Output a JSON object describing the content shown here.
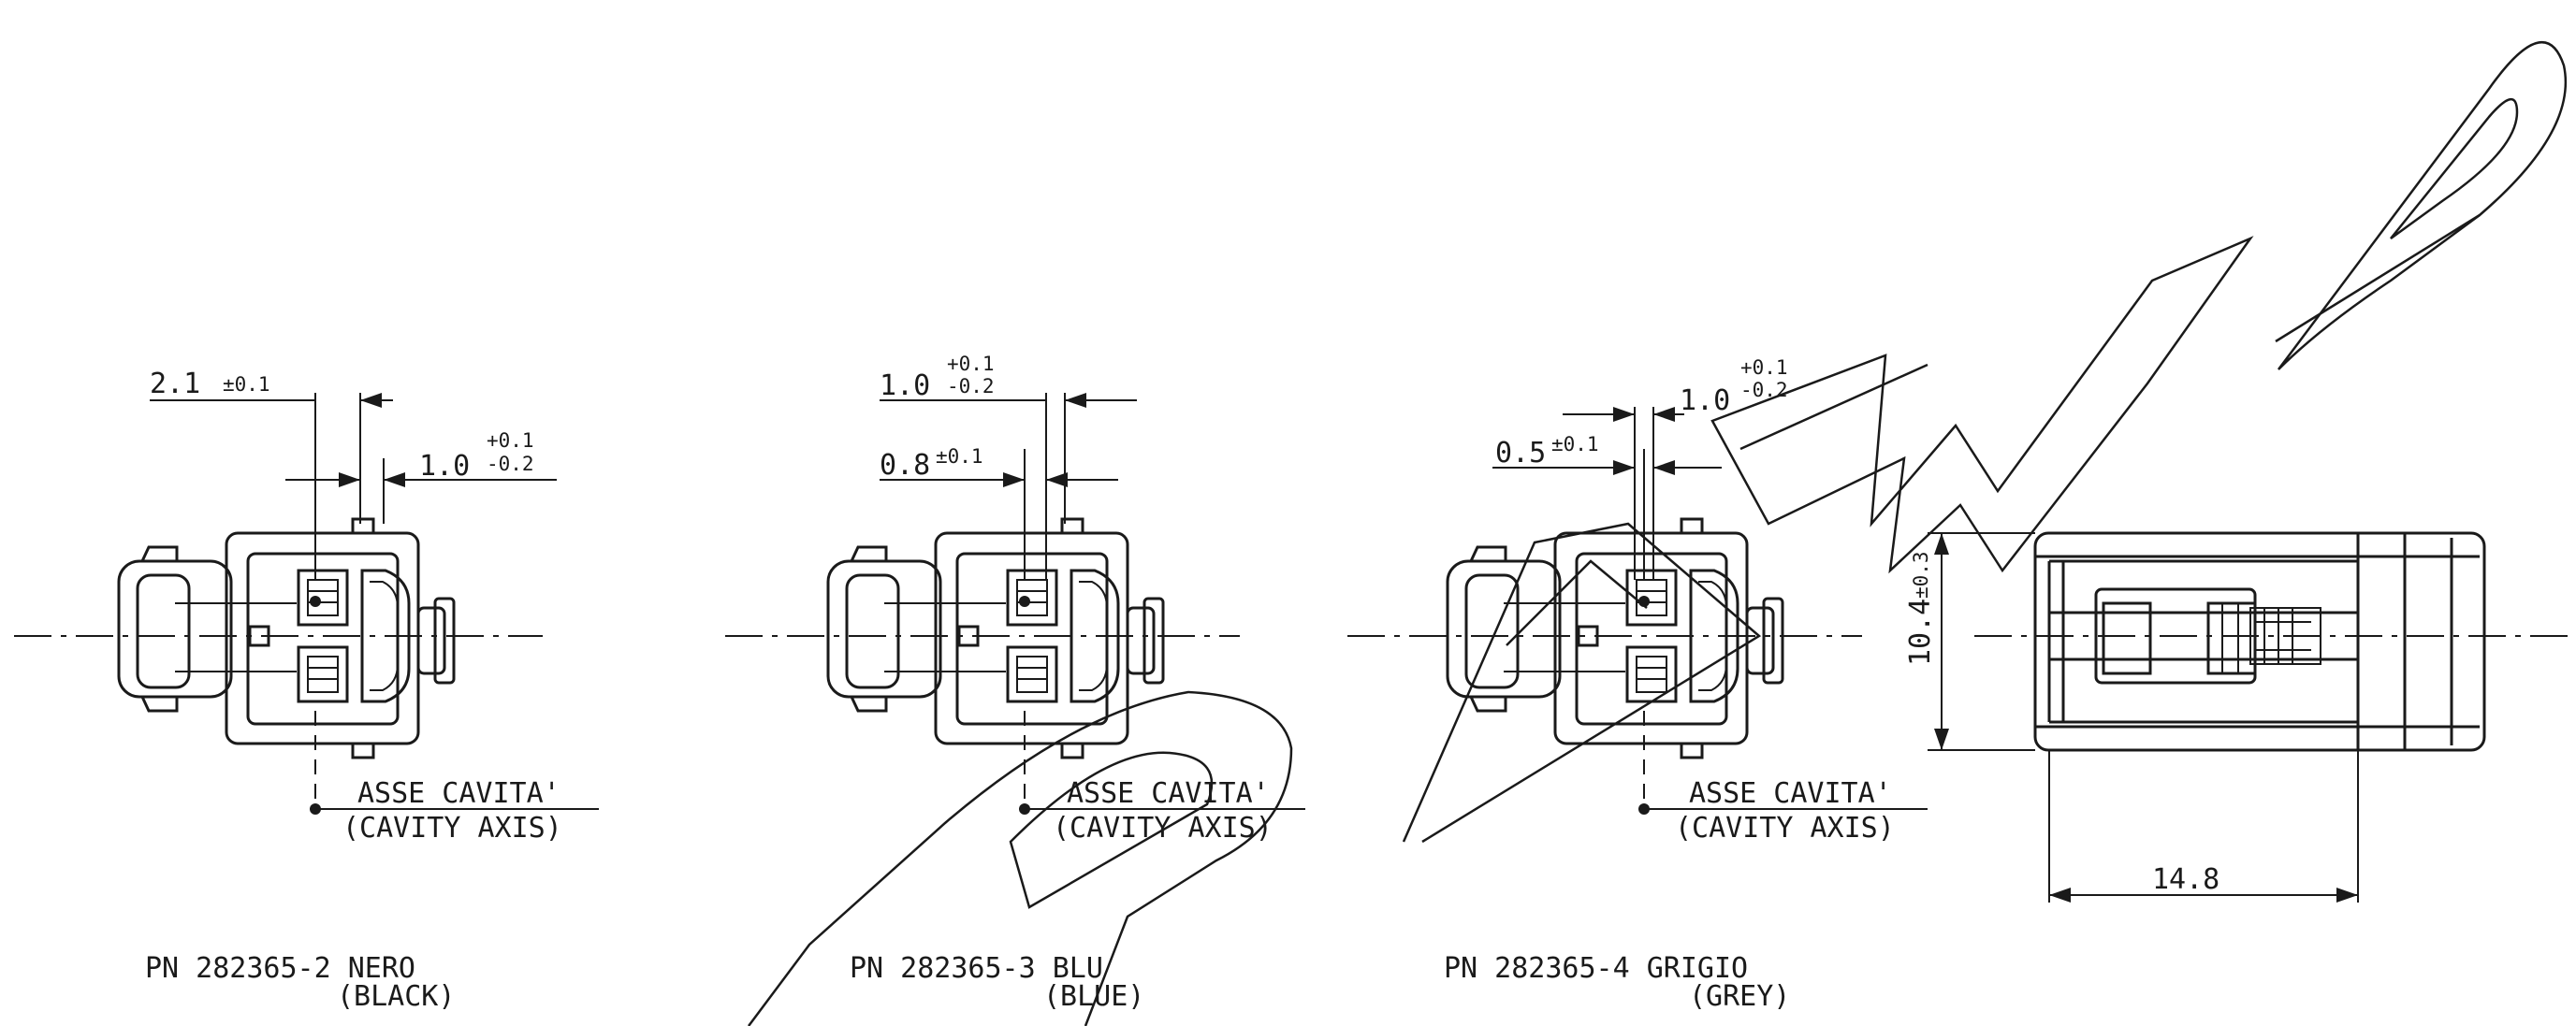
{
  "views": [
    {
      "dim_a": "2.1",
      "dim_a_tol": "±0.1",
      "dim_b": "1.0",
      "dim_b_tol_plus": "+0.1",
      "dim_b_tol_minus": "-0.2",
      "axis_label": "ASSE CAVITA'",
      "axis_label_en": "(CAVITY AXIS)",
      "part_number": "PN 282365-2 NERO",
      "color_en": "(BLACK)"
    },
    {
      "dim_a": "0.8",
      "dim_a_tol": "±0.1",
      "dim_b": "1.0",
      "dim_b_tol_plus": "+0.1",
      "dim_b_tol_minus": "-0.2",
      "axis_label": "ASSE CAVITA'",
      "axis_label_en": "(CAVITY AXIS)",
      "part_number": "PN 282365-3 BLU",
      "color_en": "(BLUE)"
    },
    {
      "dim_a": "0.5",
      "dim_a_tol": "±0.1",
      "dim_b": "1.0",
      "dim_b_tol_plus": "+0.1",
      "dim_b_tol_minus": "-0.2",
      "axis_label": "ASSE CAVITA'",
      "axis_label_en": "(CAVITY AXIS)",
      "part_number": "PN 282365-4 GRIGIO",
      "color_en": "(GREY)"
    }
  ],
  "side_view": {
    "height_dim": "10.4",
    "height_tol": "±0.3",
    "width_dim": "14.8"
  },
  "watermark": {
    "logo_text": "AMP",
    "icon": "amp-logo-watermark"
  }
}
